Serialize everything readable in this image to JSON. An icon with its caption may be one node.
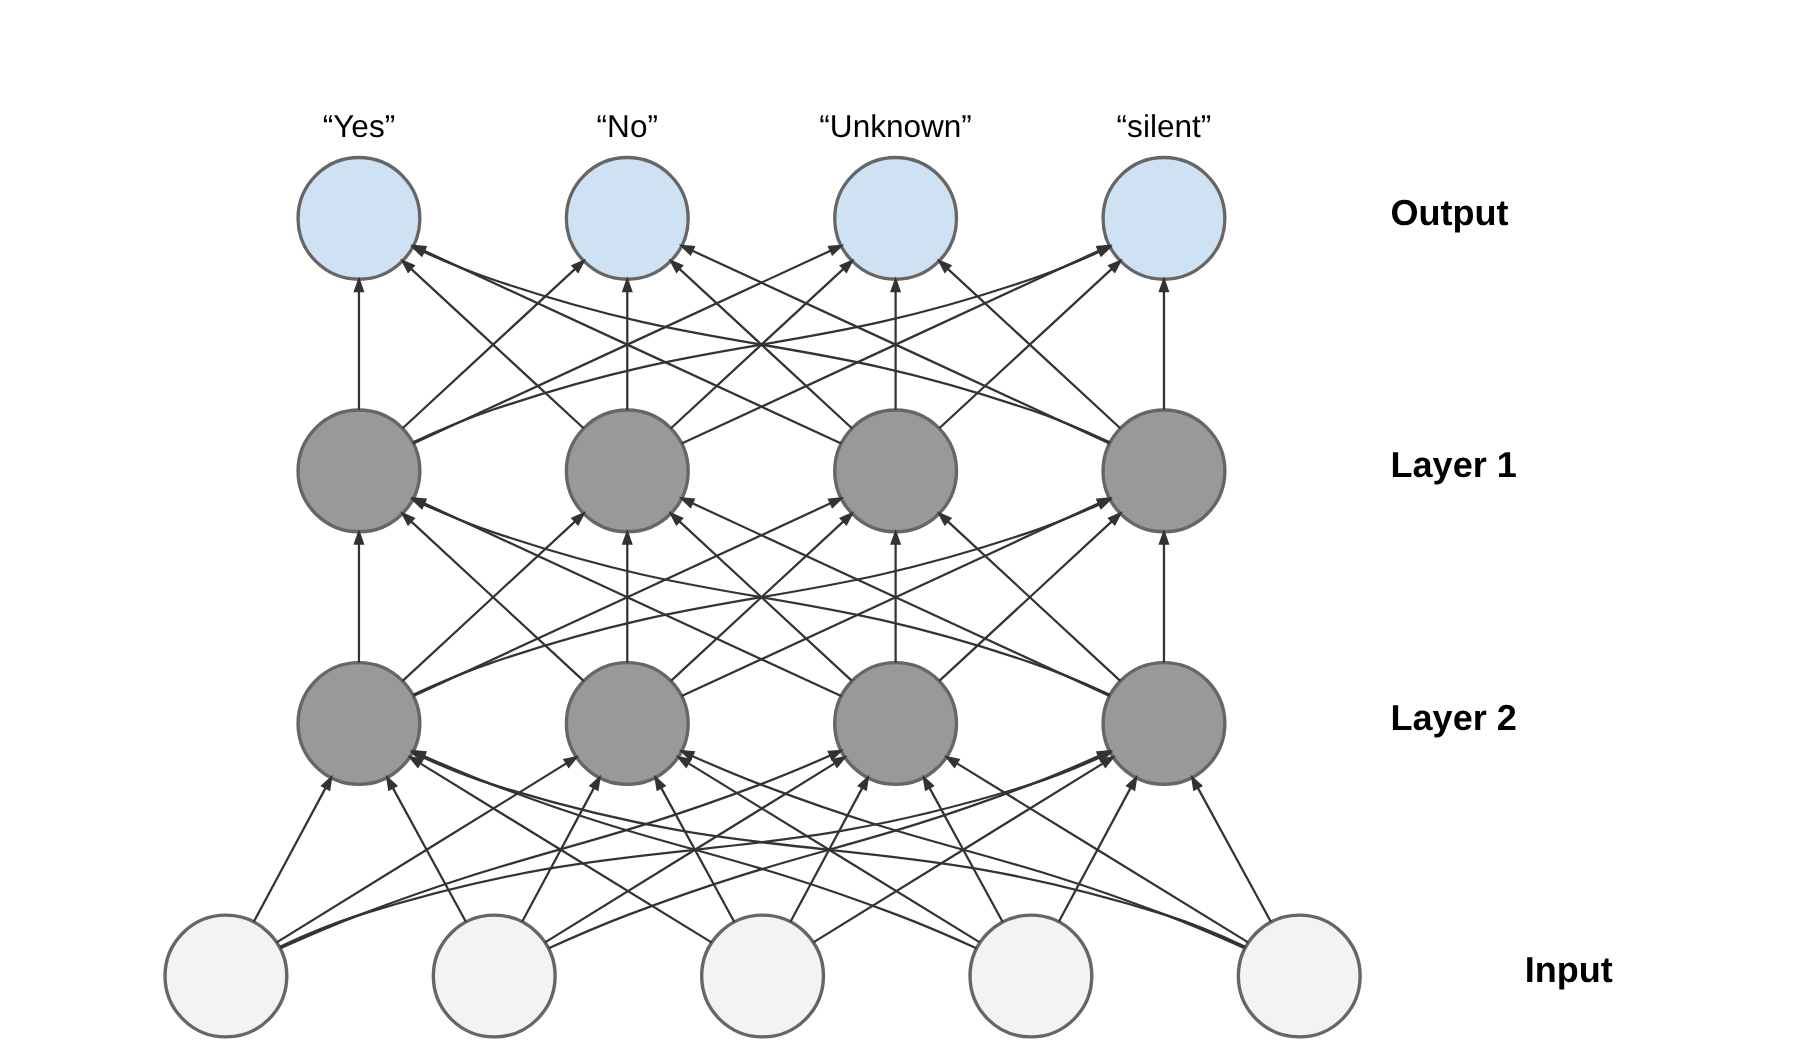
{
  "diagram": {
    "nodes": [
      {
        "text": [],
        "shape": "circle",
        "beside": [
          "“Yes”"
        ]
      },
      {
        "text": [],
        "shape": "circle",
        "beside": [
          "“No”"
        ]
      },
      {
        "text": [],
        "shape": "circle",
        "beside": [
          "“Unknown”"
        ]
      },
      {
        "text": [],
        "shape": "circle",
        "beside": [
          "“silent”"
        ]
      },
      {
        "text": [],
        "shape": "circle"
      },
      {
        "text": [],
        "shape": "circle"
      },
      {
        "text": [],
        "shape": "circle"
      },
      {
        "text": [],
        "shape": "circle"
      },
      {
        "text": [],
        "shape": "circle"
      },
      {
        "text": [],
        "shape": "circle"
      },
      {
        "text": [],
        "shape": "circle"
      },
      {
        "text": [],
        "shape": "circle"
      },
      {
        "text": [],
        "shape": "circle"
      },
      {
        "text": [],
        "shape": "circle"
      },
      {
        "text": [],
        "shape": "circle"
      },
      {
        "text": [],
        "shape": "circle"
      },
      {
        "text": [],
        "shape": "circle"
      }
    ],
    "edges": [
      {
        "from": 12,
        "to": 8,
        "arrow": "to"
      },
      {
        "from": 12,
        "to": 9,
        "arrow": "to"
      },
      {
        "from": 12,
        "to": 10,
        "arrow": "to"
      },
      {
        "from": 12,
        "to": 11,
        "arrow": "to"
      },
      {
        "from": 13,
        "to": 8,
        "arrow": "to"
      },
      {
        "from": 13,
        "to": 9,
        "arrow": "to"
      },
      {
        "from": 13,
        "to": 10,
        "arrow": "to"
      },
      {
        "from": 13,
        "to": 11,
        "arrow": "to"
      },
      {
        "from": 14,
        "to": 8,
        "arrow": "to"
      },
      {
        "from": 14,
        "to": 9,
        "arrow": "to"
      },
      {
        "from": 14,
        "to": 10,
        "arrow": "to"
      },
      {
        "from": 14,
        "to": 11,
        "arrow": "to"
      },
      {
        "from": 15,
        "to": 8,
        "arrow": "to"
      },
      {
        "from": 15,
        "to": 9,
        "arrow": "to"
      },
      {
        "from": 15,
        "to": 10,
        "arrow": "to"
      },
      {
        "from": 15,
        "to": 11,
        "arrow": "to"
      },
      {
        "from": 16,
        "to": 8,
        "arrow": "to"
      },
      {
        "from": 16,
        "to": 9,
        "arrow": "to"
      },
      {
        "from": 16,
        "to": 10,
        "arrow": "to"
      },
      {
        "from": 16,
        "to": 11,
        "arrow": "to"
      },
      {
        "from": 8,
        "to": 4,
        "arrow": "to"
      },
      {
        "from": 8,
        "to": 5,
        "arrow": "to"
      },
      {
        "from": 8,
        "to": 6,
        "arrow": "to"
      },
      {
        "from": 8,
        "to": 7,
        "arrow": "to"
      },
      {
        "from": 9,
        "to": 4,
        "arrow": "to"
      },
      {
        "from": 9,
        "to": 5,
        "arrow": "to"
      },
      {
        "from": 9,
        "to": 6,
        "arrow": "to"
      },
      {
        "from": 9,
        "to": 7,
        "arrow": "to"
      },
      {
        "from": 10,
        "to": 4,
        "arrow": "to"
      },
      {
        "from": 10,
        "to": 5,
        "arrow": "to"
      },
      {
        "from": 10,
        "to": 6,
        "arrow": "to"
      },
      {
        "from": 10,
        "to": 7,
        "arrow": "to"
      },
      {
        "from": 11,
        "to": 4,
        "arrow": "to"
      },
      {
        "from": 11,
        "to": 5,
        "arrow": "to"
      },
      {
        "from": 11,
        "to": 6,
        "arrow": "to"
      },
      {
        "from": 11,
        "to": 7,
        "arrow": "to"
      },
      {
        "from": 4,
        "to": 0,
        "arrow": "to"
      },
      {
        "from": 4,
        "to": 1,
        "arrow": "to"
      },
      {
        "from": 4,
        "to": 2,
        "arrow": "to"
      },
      {
        "from": 4,
        "to": 3,
        "arrow": "to"
      },
      {
        "from": 5,
        "to": 0,
        "arrow": "to"
      },
      {
        "from": 5,
        "to": 1,
        "arrow": "to"
      },
      {
        "from": 5,
        "to": 2,
        "arrow": "to"
      },
      {
        "from": 5,
        "to": 3,
        "arrow": "to"
      },
      {
        "from": 6,
        "to": 0,
        "arrow": "to"
      },
      {
        "from": 6,
        "to": 1,
        "arrow": "to"
      },
      {
        "from": 6,
        "to": 2,
        "arrow": "to"
      },
      {
        "from": 6,
        "to": 3,
        "arrow": "to"
      },
      {
        "from": 7,
        "to": 0,
        "arrow": "to"
      },
      {
        "from": 7,
        "to": 1,
        "arrow": "to"
      },
      {
        "from": 7,
        "to": 2,
        "arrow": "to"
      },
      {
        "from": 7,
        "to": 3,
        "arrow": "to"
      }
    ],
    "labels": [
      "Output",
      "Layer 1",
      "Layer 2",
      "Input"
    ]
  }
}
